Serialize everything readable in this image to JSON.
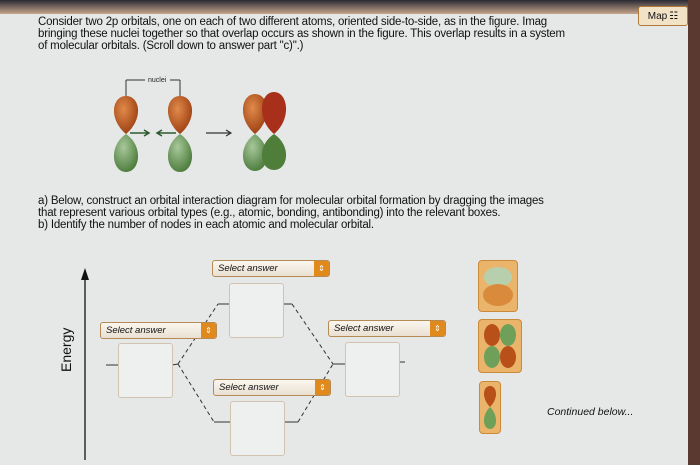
{
  "header": {
    "map_button": "Map"
  },
  "intro": {
    "lines": [
      "Consider two 2p orbitals, one on each of two different atoms, oriented side-to-side, as in the figure. Imag",
      "bringing these nuclei together so that overlap occurs as shown in the figure. This overlap results in a system",
      "of molecular orbitals. (Scroll down to answer part \"c)\".)"
    ],
    "figure_label": "nuclei"
  },
  "instructions": {
    "a_lines": [
      "a) Below, construct an orbital interaction diagram for molecular orbital formation by dragging the images",
      "that represent various orbital types (e.g., atomic, bonding, antibonding) into the relevant boxes."
    ],
    "b_line": "b) Identify the number of nodes in each atomic and molecular orbital."
  },
  "diagram": {
    "axis_label": "Energy",
    "dropdowns": [
      {
        "id": "top",
        "value": "Select answer"
      },
      {
        "id": "left",
        "value": "Select answer"
      },
      {
        "id": "right",
        "value": "Select answer"
      },
      {
        "id": "bottom",
        "value": "Select answer"
      }
    ]
  },
  "draggables": [
    "pi-antibonding-image",
    "pi-combined-image",
    "p-orbital-image"
  ],
  "footer": {
    "continued": "Continued below..."
  },
  "colors": {
    "orange": "#e08a1e",
    "lobe_orange": "#b8501a",
    "lobe_green": "#5e9a4a"
  }
}
